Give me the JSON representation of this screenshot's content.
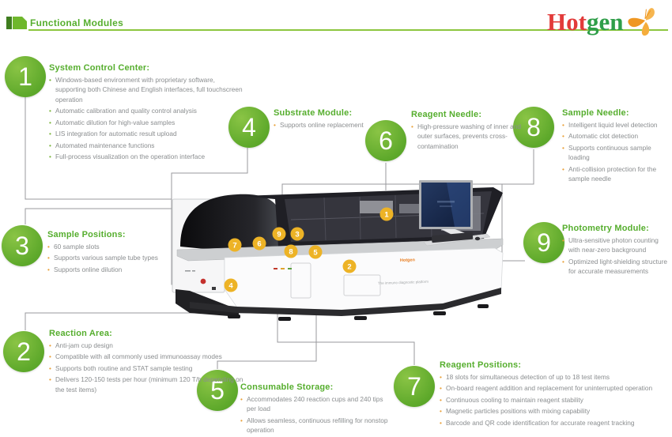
{
  "header": {
    "title": "Functional Modules"
  },
  "brand": {
    "name_red": "Hot",
    "name_green": "gen"
  },
  "modules": [
    {
      "num": "1",
      "title": "System Control Center:",
      "bullets": [
        "Windows-based environment with proprietary software, supporting both Chinese and English interfaces, full touchscreen operation",
        "Automatic calibration and quality control analysis",
        "Automatic dilution for high-value samples",
        "LIS integration for automatic result upload",
        "Automated maintenance functions",
        "Full-process visualization on the operation interface"
      ]
    },
    {
      "num": "2",
      "title": "Reaction Area:",
      "bullets": [
        "Anti-jam cup design",
        "Compatible with all commonly used immunoassay modes",
        "Supports both routine and STAT sample testing",
        "Delivers 120-150 tests per hour (minimum 120 T/h depending on the test items)"
      ]
    },
    {
      "num": "3",
      "title": "Sample Positions:",
      "bullets": [
        "60 sample slots",
        "Supports various sample tube types",
        "Supports online dilution"
      ]
    },
    {
      "num": "4",
      "title": "Substrate Module:",
      "bullets": [
        "Supports online replacement"
      ]
    },
    {
      "num": "5",
      "title": "Consumable Storage:",
      "bullets": [
        "Accommodates 240 reaction cups and 240 tips per load",
        "Allows seamless, continuous refilling for nonstop operation"
      ]
    },
    {
      "num": "6",
      "title": "Reagent Needle:",
      "bullets": [
        "High-pressure washing of inner and outer surfaces, prevents cross-contamination"
      ]
    },
    {
      "num": "7",
      "title": "Reagent Positions:",
      "bullets": [
        "18 slots for simultaneous detection of up to 18 test items",
        "On-board reagent addition and replacement for uninterrupted operation",
        "Continuous cooling to maintain reagent stability",
        "Magnetic particles positions with mixing capability",
        "Barcode and QR code identification for accurate reagent tracking"
      ]
    },
    {
      "num": "8",
      "title": "Sample Needle:",
      "bullets": [
        "Intelligent liquid level detection",
        "Automatic clot detection",
        "Supports continuous sample loading",
        "Anti-collision protection for the sample needle"
      ]
    },
    {
      "num": "9",
      "title": "Photometry Module:",
      "bullets": [
        "Ultra-sensitive photon counting with near-zero background",
        "Optimized light-shielding structure for accurate measurements"
      ]
    }
  ],
  "device": {
    "markers": [
      "7",
      "6",
      "9",
      "3",
      "8",
      "5",
      "1",
      "2",
      "4"
    ],
    "brand_small": "Hotgen",
    "caption": "The immuno diagnostic platform"
  },
  "colors": {
    "heading_green": "#56ae2e",
    "bullet_orange": "#e9a13b",
    "marker_yellow": "#edb326",
    "brand_red": "#e23b3a",
    "brand_green": "#2f9e49",
    "connector_grey": "#98999c"
  }
}
